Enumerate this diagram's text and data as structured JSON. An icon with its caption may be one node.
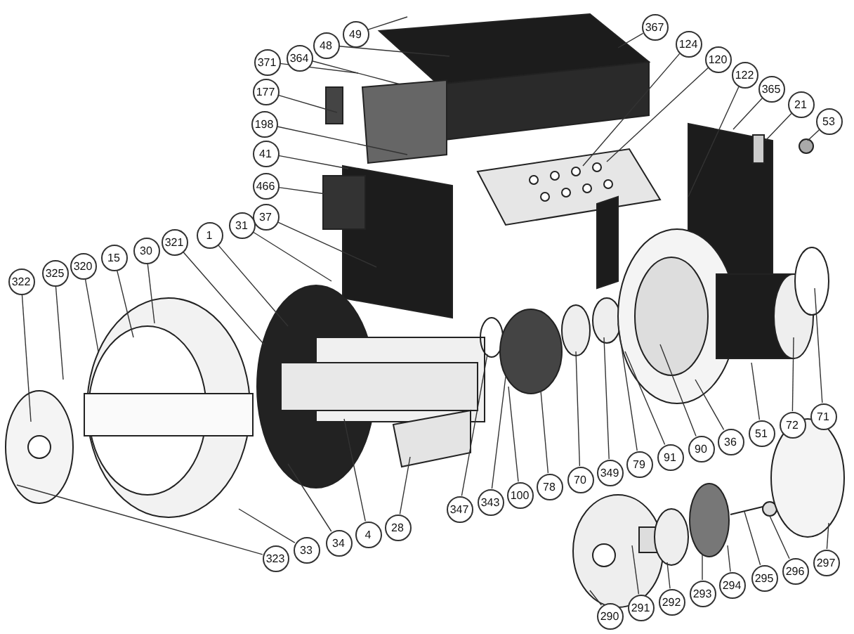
{
  "diagram": {
    "nodes": [
      {
        "text": [
          "49"
        ]
      },
      {
        "text": [
          "48"
        ]
      },
      {
        "text": [
          "367"
        ]
      },
      {
        "text": [
          "364"
        ]
      },
      {
        "text": [
          "371"
        ]
      },
      {
        "text": [
          "124"
        ]
      },
      {
        "text": [
          "120"
        ]
      },
      {
        "text": [
          "122"
        ]
      },
      {
        "text": [
          "365"
        ]
      },
      {
        "text": [
          "21"
        ]
      },
      {
        "text": [
          "53"
        ]
      },
      {
        "text": [
          "177"
        ]
      },
      {
        "text": [
          "198"
        ]
      },
      {
        "text": [
          "41"
        ]
      },
      {
        "text": [
          "466"
        ]
      },
      {
        "text": [
          "37"
        ]
      },
      {
        "text": [
          "31"
        ]
      },
      {
        "text": [
          "1"
        ]
      },
      {
        "text": [
          "321"
        ]
      },
      {
        "text": [
          "30"
        ]
      },
      {
        "text": [
          "15"
        ]
      },
      {
        "text": [
          "320"
        ]
      },
      {
        "text": [
          "325"
        ]
      },
      {
        "text": [
          "322"
        ]
      },
      {
        "text": [
          "71"
        ]
      },
      {
        "text": [
          "72"
        ]
      },
      {
        "text": [
          "51"
        ]
      },
      {
        "text": [
          "36"
        ]
      },
      {
        "text": [
          "90"
        ]
      },
      {
        "text": [
          "91"
        ]
      },
      {
        "text": [
          "79"
        ]
      },
      {
        "text": [
          "349"
        ]
      },
      {
        "text": [
          "70"
        ]
      },
      {
        "text": [
          "78"
        ]
      },
      {
        "text": [
          "100"
        ]
      },
      {
        "text": [
          "343"
        ]
      },
      {
        "text": [
          "347"
        ]
      },
      {
        "text": [
          "28"
        ]
      },
      {
        "text": [
          "4"
        ]
      },
      {
        "text": [
          "34"
        ]
      },
      {
        "text": [
          "33"
        ]
      },
      {
        "text": [
          "323"
        ]
      },
      {
        "text": [
          "297"
        ]
      },
      {
        "text": [
          "296"
        ]
      },
      {
        "text": [
          "295"
        ]
      },
      {
        "text": [
          "294"
        ]
      },
      {
        "text": [
          "293"
        ]
      },
      {
        "text": [
          "292"
        ]
      },
      {
        "text": [
          "291"
        ]
      },
      {
        "text": [
          "290"
        ]
      }
    ],
    "edges": [
      {
        "from": 0,
        "to": null,
        "arrow": "none"
      },
      {
        "from": 1,
        "to": null,
        "arrow": "none"
      },
      {
        "from": 2,
        "to": null,
        "arrow": "none"
      },
      {
        "from": 3,
        "to": null,
        "arrow": "none"
      },
      {
        "from": 4,
        "to": null,
        "arrow": "none"
      },
      {
        "from": 5,
        "to": null,
        "arrow": "none"
      },
      {
        "from": 6,
        "to": null,
        "arrow": "none"
      },
      {
        "from": 7,
        "to": null,
        "arrow": "none"
      },
      {
        "from": 8,
        "to": null,
        "arrow": "none"
      },
      {
        "from": 9,
        "to": null,
        "arrow": "none"
      },
      {
        "from": 10,
        "to": null,
        "arrow": "none"
      },
      {
        "from": 11,
        "to": null,
        "arrow": "none"
      },
      {
        "from": 12,
        "to": null,
        "arrow": "none"
      },
      {
        "from": 13,
        "to": null,
        "arrow": "none"
      },
      {
        "from": 14,
        "to": null,
        "arrow": "none"
      },
      {
        "from": 15,
        "to": null,
        "arrow": "none"
      },
      {
        "from": 16,
        "to": null,
        "arrow": "none"
      },
      {
        "from": 17,
        "to": null,
        "arrow": "none"
      },
      {
        "from": 18,
        "to": null,
        "arrow": "none"
      },
      {
        "from": 19,
        "to": null,
        "arrow": "none"
      },
      {
        "from": 20,
        "to": null,
        "arrow": "none"
      },
      {
        "from": 21,
        "to": null,
        "arrow": "none"
      },
      {
        "from": 22,
        "to": null,
        "arrow": "none"
      },
      {
        "from": 23,
        "to": null,
        "arrow": "none"
      },
      {
        "from": 24,
        "to": null,
        "arrow": "none"
      },
      {
        "from": 25,
        "to": null,
        "arrow": "none"
      },
      {
        "from": 26,
        "to": null,
        "arrow": "none"
      },
      {
        "from": 27,
        "to": null,
        "arrow": "none"
      },
      {
        "from": 28,
        "to": null,
        "arrow": "none"
      },
      {
        "from": 29,
        "to": null,
        "arrow": "none"
      },
      {
        "from": 30,
        "to": null,
        "arrow": "none"
      },
      {
        "from": 31,
        "to": null,
        "arrow": "none"
      },
      {
        "from": 32,
        "to": null,
        "arrow": "none"
      },
      {
        "from": 33,
        "to": null,
        "arrow": "none"
      },
      {
        "from": 34,
        "to": null,
        "arrow": "none"
      },
      {
        "from": 35,
        "to": null,
        "arrow": "none"
      },
      {
        "from": 36,
        "to": null,
        "arrow": "none"
      },
      {
        "from": 37,
        "to": null,
        "arrow": "none"
      },
      {
        "from": 38,
        "to": null,
        "arrow": "none"
      },
      {
        "from": 39,
        "to": null,
        "arrow": "none"
      },
      {
        "from": 40,
        "to": null,
        "arrow": "none"
      },
      {
        "from": 41,
        "to": null,
        "arrow": "none"
      },
      {
        "from": 42,
        "to": null,
        "arrow": "none"
      },
      {
        "from": 43,
        "to": null,
        "arrow": "none"
      },
      {
        "from": 44,
        "to": null,
        "arrow": "none"
      },
      {
        "from": 45,
        "to": null,
        "arrow": "none"
      },
      {
        "from": 46,
        "to": null,
        "arrow": "none"
      },
      {
        "from": 47,
        "to": null,
        "arrow": "none"
      },
      {
        "from": 48,
        "to": null,
        "arrow": "none"
      },
      {
        "from": 49,
        "to": null,
        "arrow": "none"
      }
    ]
  }
}
